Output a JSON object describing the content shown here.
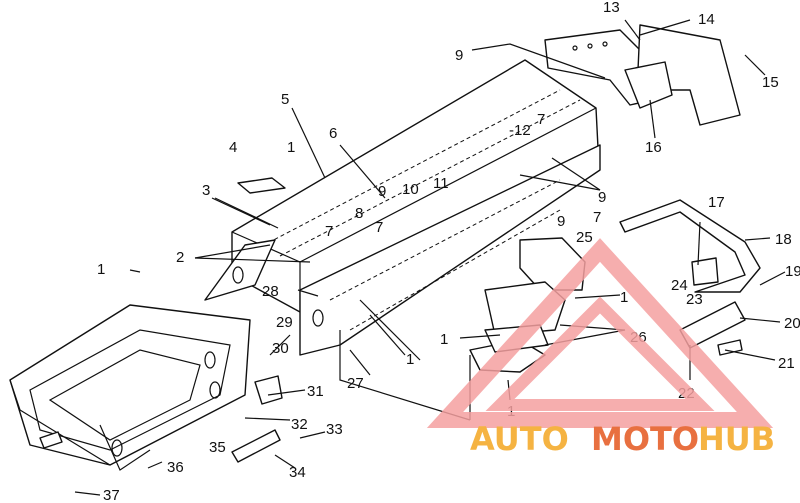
{
  "labels": [
    "13",
    "14",
    "9",
    "15",
    "16",
    "5",
    "7",
    "-12",
    "4",
    "1",
    "6",
    "3",
    "9",
    "10",
    "11",
    "9",
    "7",
    "7",
    "8",
    "7",
    "9",
    "2",
    "25",
    "17",
    "18",
    "1",
    "28",
    "24",
    "19",
    "23",
    "1",
    "29",
    "26",
    "1",
    "30",
    "27",
    "1",
    "20",
    "21",
    "22",
    "31",
    "32",
    "1",
    "35",
    "33",
    "34",
    "36",
    "37"
  ],
  "watermark": {
    "part1": "AUTO",
    "part2": "MOTO",
    "part3": "HUB"
  }
}
